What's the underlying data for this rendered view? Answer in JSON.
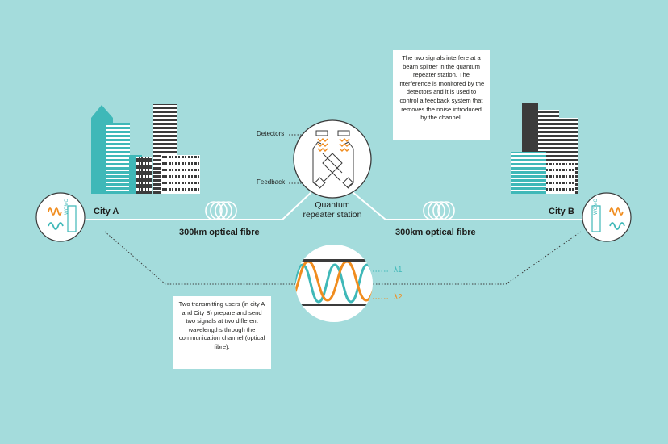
{
  "labels": {
    "city_a": "City A",
    "city_b": "City B",
    "fibre_left": "300km optical fibre",
    "fibre_right": "300km optical fibre",
    "station_line1": "Quantum",
    "station_line2": "repeater station",
    "detectors": "Detectors",
    "feedback": "Feedback",
    "lambda1": "λ1",
    "lambda2": "λ2",
    "device_text": "WOMO"
  },
  "info_boxes": {
    "top": "The two signals interfere at a beam splitter in the quantum repeater station. The interference is monitored by the detectors and it is used to control a feedback system that removes the noise introduced by the channel.",
    "bottom": "Two transmitting users (in city A and City B) prepare and send two signals at two different wavelengths through the communication channel (optical fibre)."
  },
  "colors": {
    "background": "#a4dcdc",
    "teal": "#3fb8b8",
    "orange": "#f08c1e",
    "dark": "#3b3b3b",
    "white": "#ffffff"
  },
  "icons": [
    "fibre-coil-icon",
    "building-icon",
    "sender-device-icon",
    "beam-splitter-icon",
    "detector-icon",
    "wave-icon"
  ]
}
